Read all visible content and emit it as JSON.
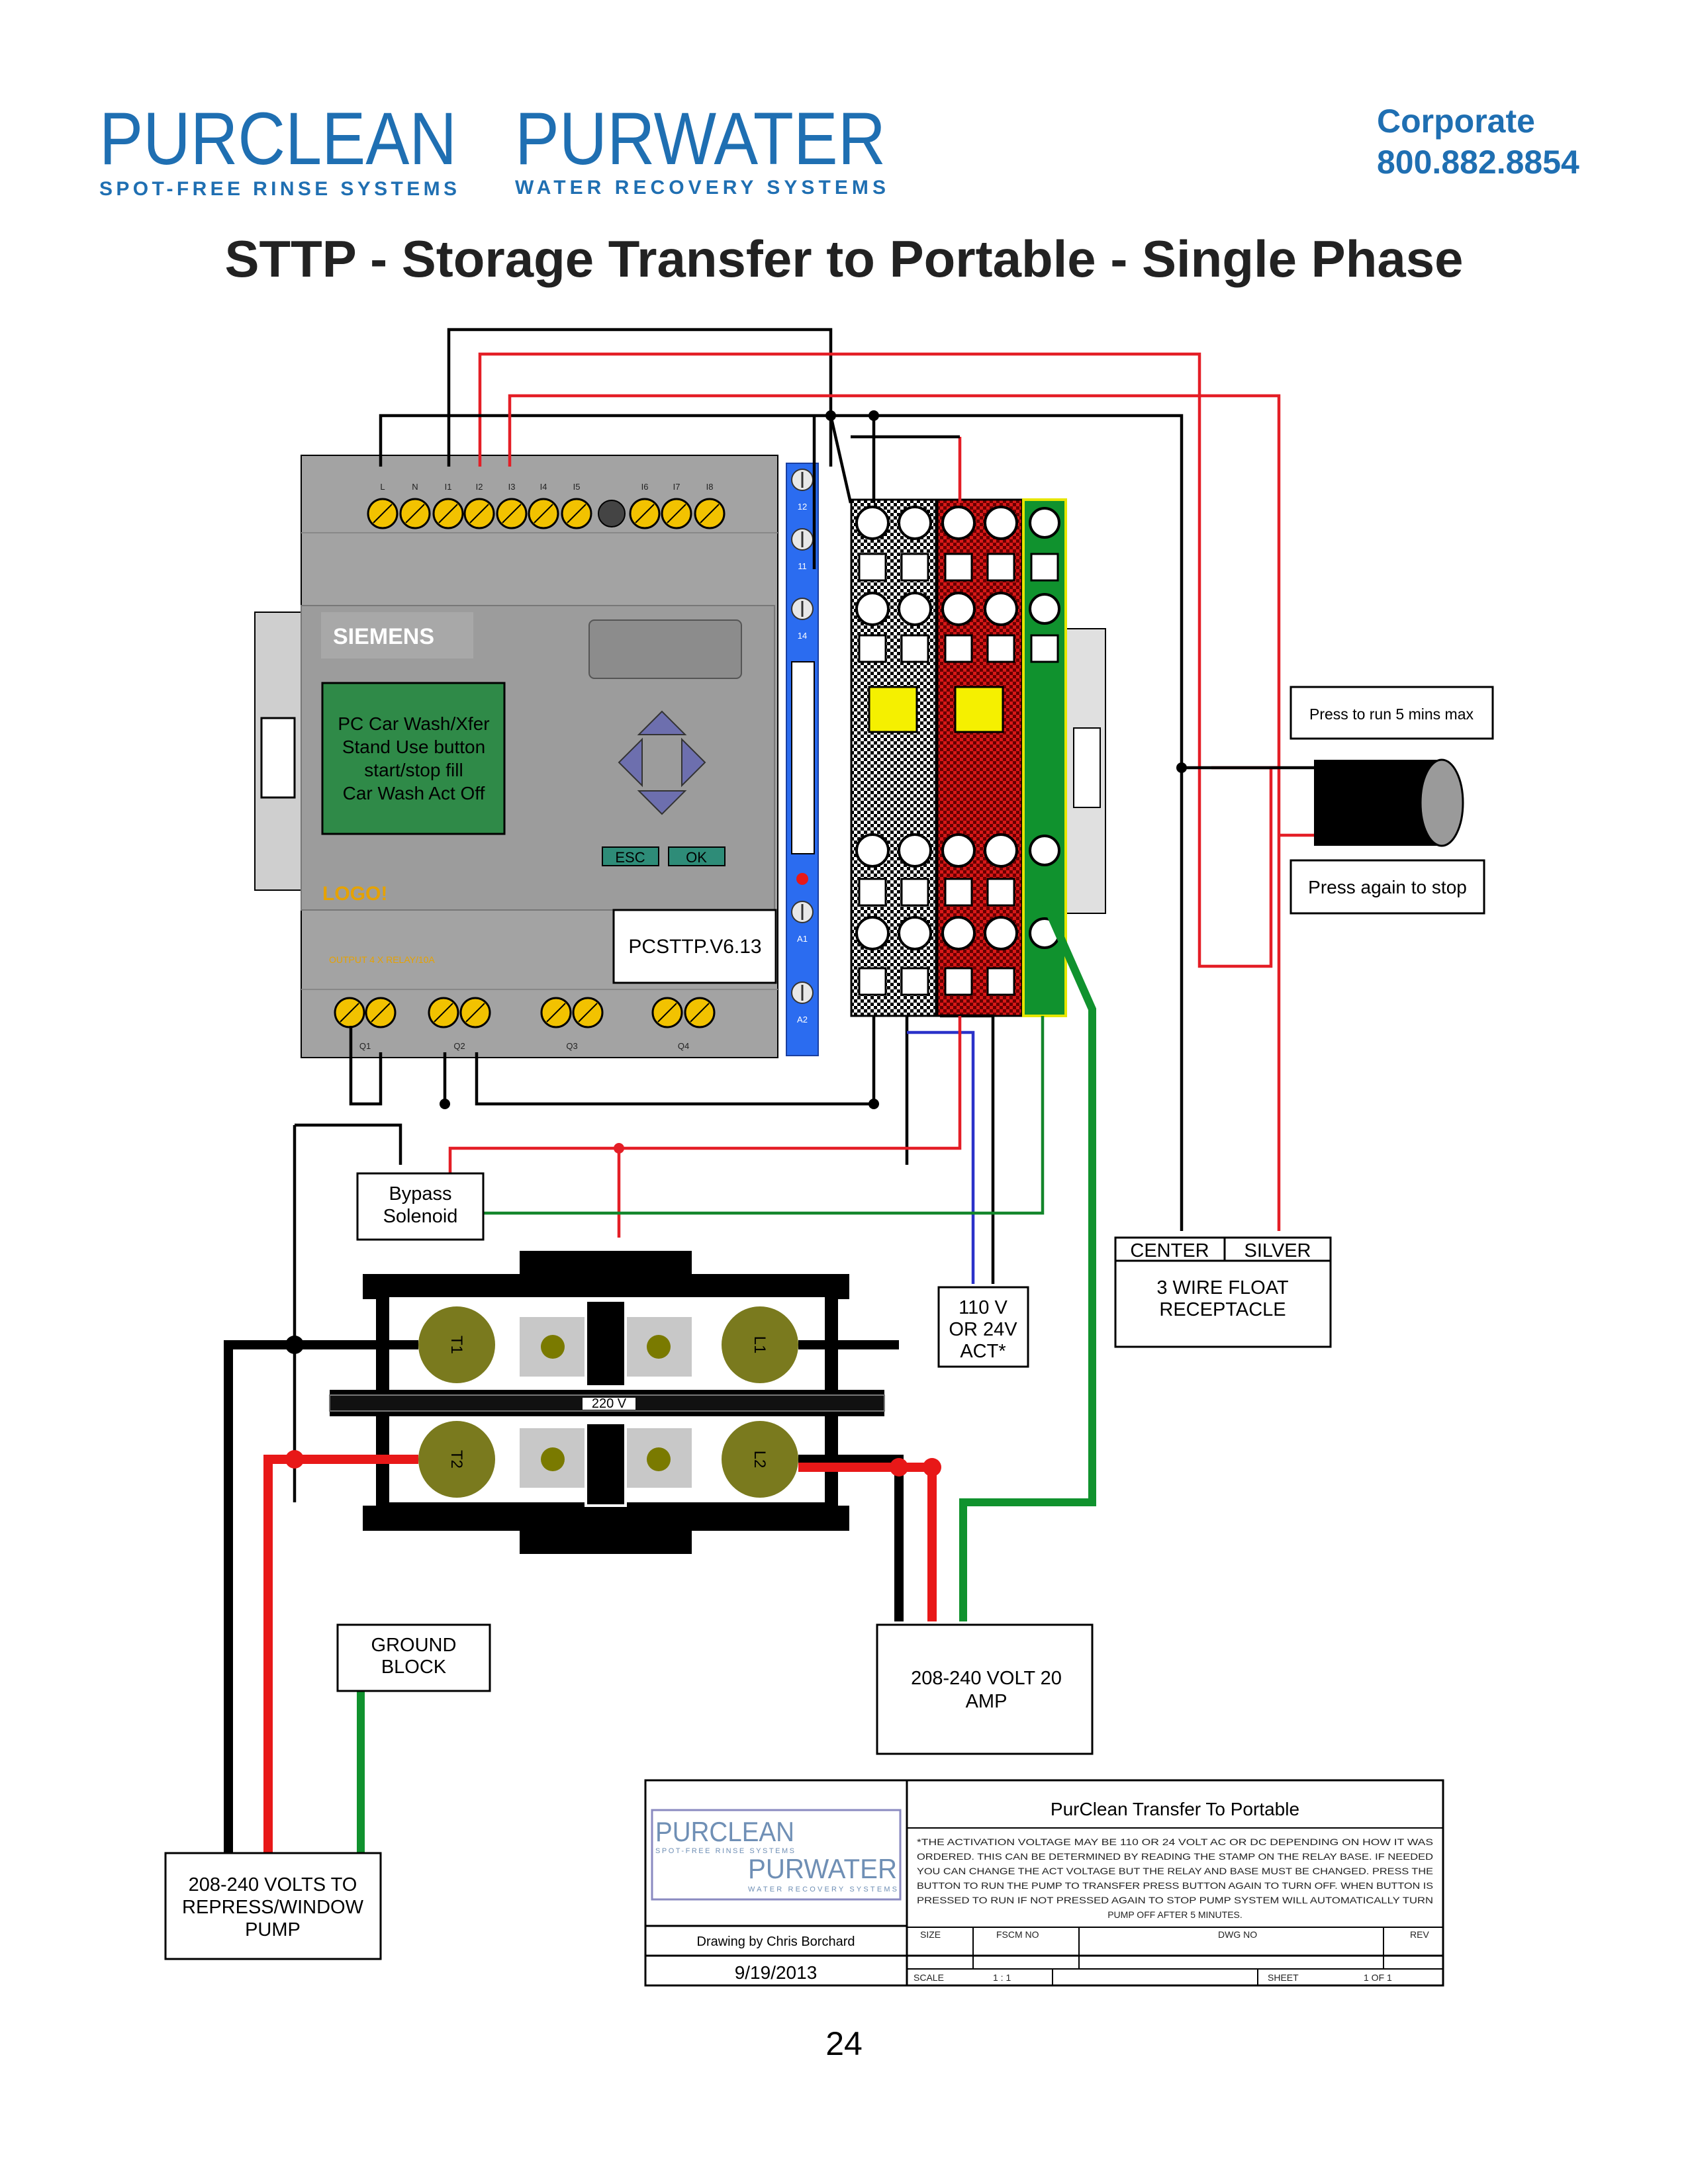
{
  "header": {
    "brand1": {
      "name": "PURCLEAN",
      "tagline": "SPOT-FREE RINSE SYSTEMS"
    },
    "brand2": {
      "name": "PURWATER",
      "tagline": "WATER RECOVERY SYSTEMS"
    },
    "contact_label": "Corporate",
    "contact_phone": "800.882.8854"
  },
  "title": "STTP - Storage Transfer to Portable - Single Phase",
  "plc": {
    "brand": "SIEMENS",
    "display_lines": [
      "PC Car Wash/Xfer",
      "Stand Use button",
      "start/stop fill",
      "Car Wash Act Off"
    ],
    "esc_label": "ESC",
    "ok_label": "OK",
    "logo_label": "LOGO!",
    "output_label": "OUTPUT 4 X RELAY/10A",
    "program_label": "PCSTTP.V6.13",
    "inputs": [
      "L",
      "N",
      "I1",
      "I2",
      "I3",
      "I4",
      "I5",
      "I6",
      "I7",
      "I8"
    ],
    "outputs": [
      "Q1",
      "Q2",
      "Q3",
      "Q4"
    ]
  },
  "relay_base": {
    "labels": [
      "12",
      "11",
      "14",
      "A1",
      "A2"
    ]
  },
  "components": {
    "bypass_solenoid": [
      "Bypass",
      "Solenoid"
    ],
    "act_supply": [
      "110 V",
      "OR 24V",
      "ACT*"
    ],
    "float_receptacle": {
      "left_label": "CENTER",
      "right_label": "SILVER",
      "lines": [
        "3 WIRE FLOAT",
        "RECEPTACLE"
      ]
    },
    "button_run": "Press to run 5 mins max",
    "button_stop": "Press again to stop",
    "contactor": {
      "label": "220 V",
      "terminals": [
        "T1",
        "L1",
        "T2",
        "L2"
      ]
    },
    "ground_block": [
      "GROUND",
      "BLOCK"
    ],
    "supply": [
      "208-240 VOLT 20",
      "AMP"
    ],
    "pump": [
      "208-240 VOLTS TO",
      "REPRESS/WINDOW",
      "PUMP"
    ]
  },
  "title_block": {
    "title": "PurClean Transfer To Portable",
    "notes": [
      "*THE ACTIVATION VOLTAGE MAY BE 110 OR 24 VOLT AC OR DC DEPENDING ON HOW IT WAS",
      "ORDERED. THIS CAN BE DETERMINED BY READING THE STAMP ON THE RELAY BASE. IF NEEDED",
      "YOU CAN CHANGE THE ACT VOLTAGE BUT THE RELAY AND BASE MUST BE CHANGED. PRESS THE",
      "BUTTON TO RUN THE PUMP TO TRANSFER PRESS BUTTON AGAIN TO TURN OFF. WHEN BUTTON IS",
      "PRESSED TO RUN IF NOT PRESSED AGAIN TO STOP PUMP SYSTEM WILL AUTOMATICALLY TURN",
      "PUMP OFF AFTER 5 MINUTES."
    ],
    "drawn_by": "Drawing by Chris Borchard",
    "date": "9/19/2013",
    "size_label": "SIZE",
    "fscm_label": "FSCM NO",
    "dwg_label": "DWG NO",
    "rev_label": "REV",
    "scale_label": "SCALE",
    "scale_value": "1 : 1",
    "sheet_label": "SHEET",
    "sheet_value": "1 OF 1"
  },
  "page_number": "24",
  "colors": {
    "brand_blue": "#1f6fb2",
    "wire_red": "#e41e26",
    "wire_green": "#13862b",
    "wire_blue": "#2b32c9",
    "plc_gray": "#a3a3a3"
  }
}
